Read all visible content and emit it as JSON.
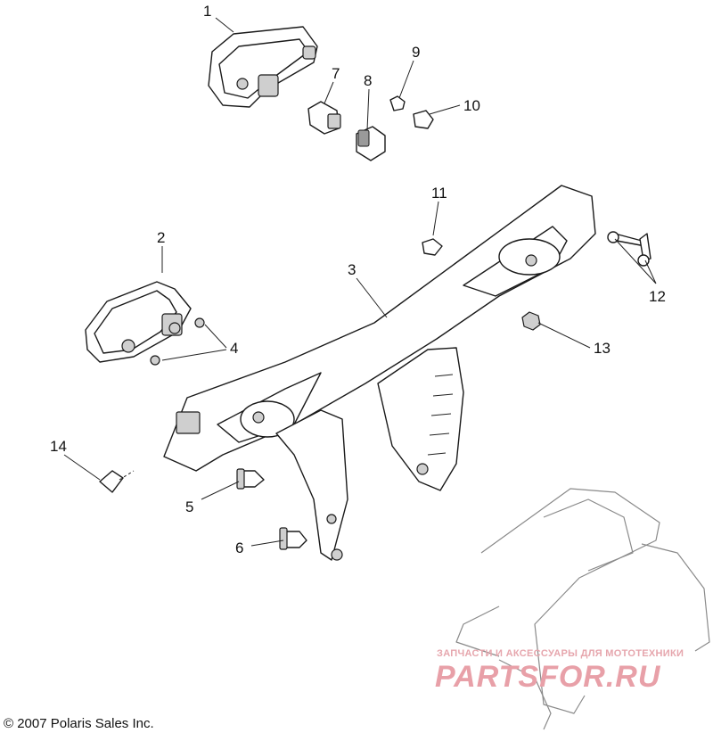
{
  "callouts": [
    "1",
    "2",
    "3",
    "4",
    "5",
    "6",
    "7",
    "8",
    "9",
    "10",
    "11",
    "12",
    "13",
    "14"
  ],
  "watermark": {
    "tagline": "ЗАПЧАСТИ И АКСЕССУАРЫ ДЛЯ МОТОТЕХНИКИ",
    "logo": "PARTSFOR.RU"
  },
  "copyright": "© 2007 Polaris Sales Inc."
}
